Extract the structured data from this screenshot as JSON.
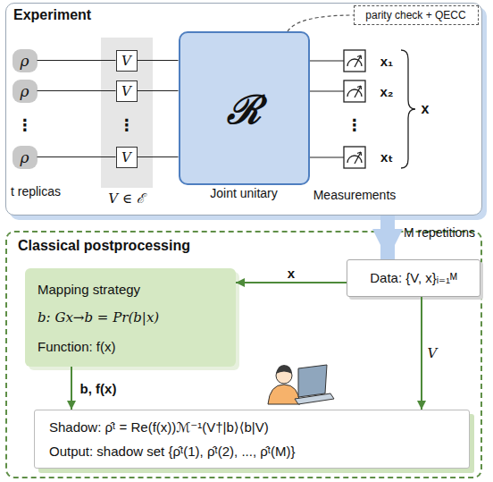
{
  "diagram": {
    "nodes": [
      {
        "text": [
          "Experiment"
        ]
      },
      {
        "text": [
          "parity check + QECC"
        ],
        "in": 0
      },
      {
        "text": [
          "ρ"
        ],
        "in": 0
      },
      {
        "text": [
          "ρ"
        ],
        "in": 0
      },
      {
        "text": [
          "ρ"
        ],
        "in": 0
      },
      {
        "text": [
          "V ∈ ℰ"
        ],
        "in": 0
      },
      {
        "text": [
          "V"
        ],
        "in": 5
      },
      {
        "text": [
          "V"
        ],
        "in": 5
      },
      {
        "text": [
          "V"
        ],
        "in": 5
      },
      {
        "text": [
          "ℛ",
          "Joint unitary"
        ],
        "in": 0
      },
      {
        "text": [
          "Classical postprocessing"
        ]
      },
      {
        "text": [
          "Data: {V, x}ᵢ₌₁ᴹ"
        ],
        "in": 10
      },
      {
        "text": [
          "Mapping strategy",
          "b: Gx→b = Pr(b|x)",
          "Function: f(x)"
        ],
        "in": 10
      },
      {
        "text": [
          "Shadow: ρ̂ᵗ = Re(f(x))ℳ⁻¹(V†|b⟩⟨b|V)",
          "Output: shadow set {ρ̂ᵗ(1), ρ̂ᵗ(2), ..., ρ̂ᵗ(M)}"
        ],
        "in": 10
      }
    ],
    "edges": [
      {
        "from": 2,
        "to": 6,
        "arrow": "none"
      },
      {
        "from": 3,
        "to": 7,
        "arrow": "none"
      },
      {
        "from": 4,
        "to": 8,
        "arrow": "none"
      },
      {
        "from": 6,
        "to": 9,
        "arrow": "none"
      },
      {
        "from": 7,
        "to": 9,
        "arrow": "none"
      },
      {
        "from": 8,
        "to": 9,
        "arrow": "none"
      },
      {
        "from": 0,
        "to": 11,
        "label": "M repetitions",
        "arrow": "to"
      },
      {
        "from": 11,
        "to": 12,
        "label": "x",
        "arrow": "to"
      },
      {
        "from": 12,
        "to": 13,
        "label": "b, f(x)",
        "arrow": "to"
      },
      {
        "from": 11,
        "to": 13,
        "label": "V",
        "arrow": "to"
      }
    ],
    "labels": [
      "⋮",
      "t replicas",
      "⋮",
      "⋮",
      "x₁",
      "x₂",
      "xₜ",
      "x",
      "Measurements"
    ]
  }
}
